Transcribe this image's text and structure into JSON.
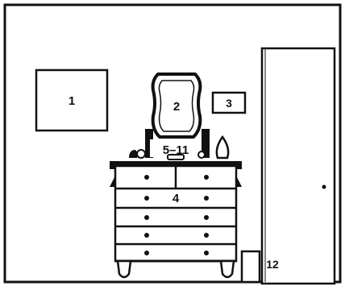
{
  "labels": {
    "frame_1": "1",
    "mirror_2": "2",
    "sign_3": "3",
    "dresser_4": "4",
    "items_5_11": "5–11",
    "bin_12": "12"
  },
  "colors": {
    "ink": "#111111",
    "paper": "#ffffff"
  }
}
